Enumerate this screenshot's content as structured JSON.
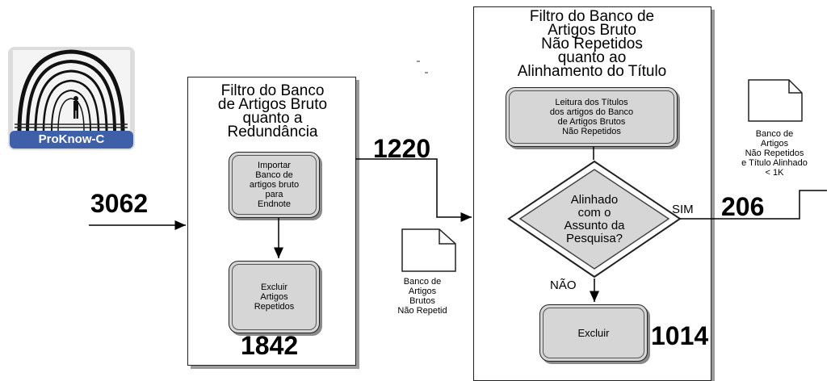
{
  "logo": {
    "text": "ProKnow-C"
  },
  "panel_redundancy": {
    "title": "Filtro do Banco\nde Artigos Bruto\nquanto a\nRedundância",
    "step_import": "Importar\nBanco de\nartigos bruto\npara\nEndnote",
    "step_remove": "Excluir\nArtigos\nRepetidos"
  },
  "panel_title": {
    "title": "Filtro do Banco de\nArtigos Bruto\nNão Repetidos\nquanto ao\nAlinhamento do Título",
    "step_read": "Leitura dos Títulos\ndos artigos  do Banco\nde Artigos Brutos\nNão Repetidos",
    "decision": "Alinhado\ncom o\nAssunto da\nPesquisa?",
    "step_exclude": "Excluir"
  },
  "labels": {
    "yes": "SIM",
    "no": "NÃO"
  },
  "counts": {
    "input": "3062",
    "after_dedup": "1220",
    "duplicates": "1842",
    "aligned": "206",
    "excluded": "1014"
  },
  "documents": {
    "raw_unique": "Banco de\nArtigos\nBrutos\nNão Repetid",
    "aligned": "Banco de\nArtigos\nNão Repetidos\ne Título Alinhado\n< 1K"
  },
  "colors": {
    "process_fill": "#d6d6d6",
    "shadow": "#9a9a9a",
    "logo_blue": "#3f5fa8"
  }
}
